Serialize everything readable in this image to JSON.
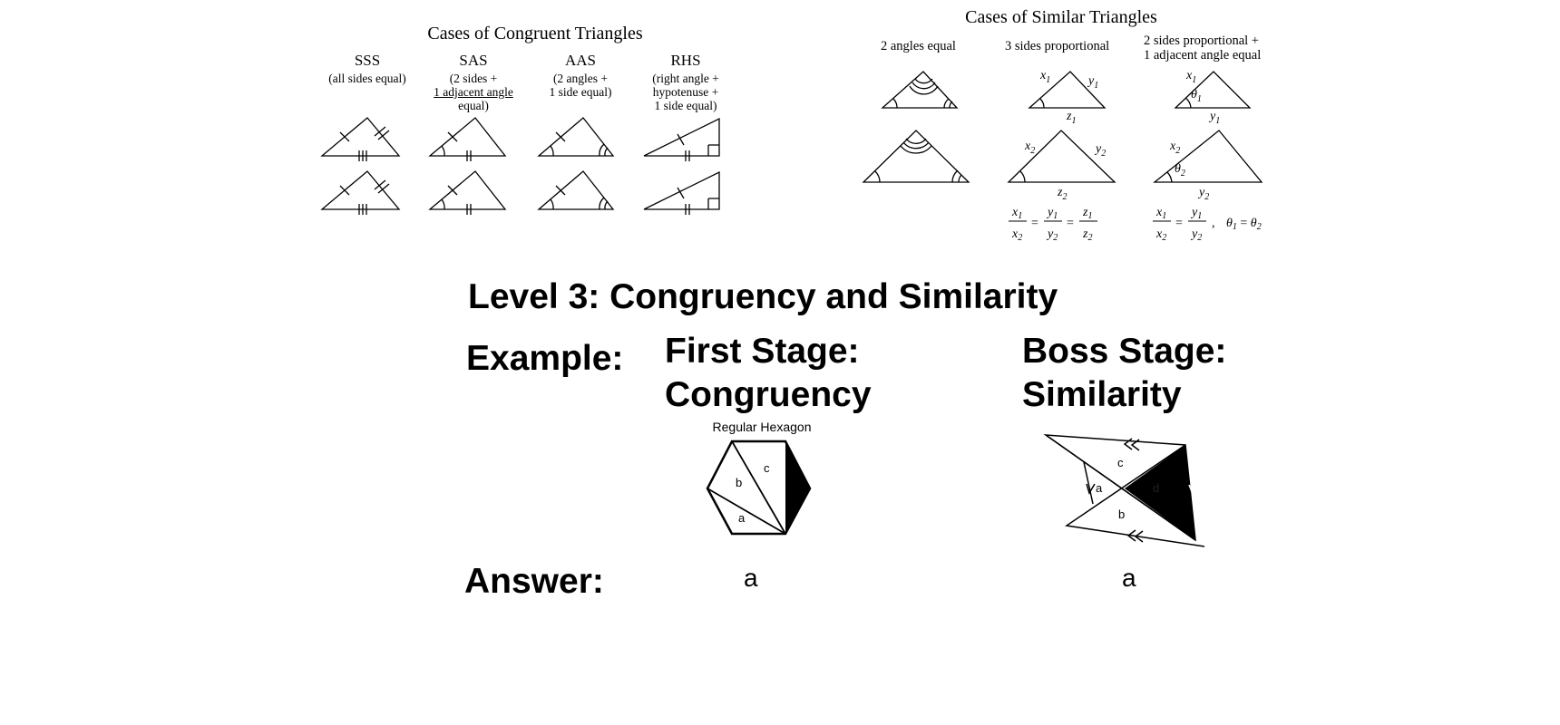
{
  "congruent": {
    "title": "Cases of Congruent Triangles",
    "cases": [
      {
        "name": "SSS",
        "desc": [
          "(all sides equal)"
        ]
      },
      {
        "name": "SAS",
        "desc": [
          "(2 sides +",
          "1 adjacent angle",
          "equal)"
        ]
      },
      {
        "name": "AAS",
        "desc": [
          "(2 angles +",
          "1 side equal)"
        ]
      },
      {
        "name": "RHS",
        "desc": [
          "(right angle +",
          "hypotenuse +",
          "1 side equal)"
        ]
      }
    ]
  },
  "similar": {
    "title": "Cases of Similar Triangles",
    "headers": [
      "2 angles equal",
      "3 sides proportional",
      "2 sides proportional +",
      "1 adjacent angle equal"
    ],
    "labels": {
      "x1": "x1",
      "y1": "y1",
      "z1": "z1",
      "x2": "x2",
      "y2": "y2",
      "z2": "z2",
      "theta1": "θ1",
      "theta2": "θ2"
    },
    "formula_sides": "x1/x2 = y1/y2 = z1/z2",
    "formula_sas": "x1/x2 = y1/y2 , θ1 = θ2"
  },
  "level_title": "Level 3: Congruency and Similarity",
  "example_label": "Example:",
  "first_stage": {
    "line1": "First Stage:",
    "line2": "Congruency",
    "caption": "Regular Hexagon",
    "labels": {
      "a": "a",
      "b": "b",
      "c": "c"
    }
  },
  "boss_stage": {
    "line1": "Boss Stage:",
    "line2": "Similarity",
    "labels": {
      "a": "a",
      "b": "b",
      "c": "c",
      "d": "d"
    }
  },
  "answer_label": "Answer:",
  "answers": {
    "first": "a",
    "boss": "a"
  }
}
